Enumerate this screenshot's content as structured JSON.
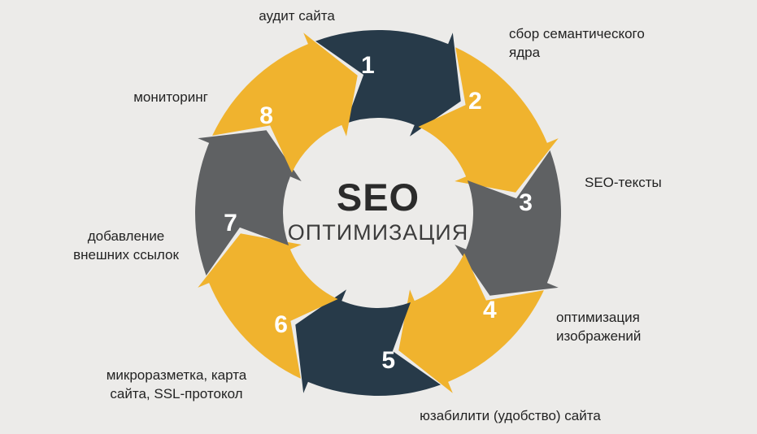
{
  "center": {
    "title": "SEO",
    "subtitle": "ОПТИМИЗАЦИЯ"
  },
  "colors": {
    "dark": "#273A49",
    "yellow": "#F0B32E",
    "gray": "#5F6163",
    "background": "#ECEBE9",
    "number_text": "#FFFFFF"
  },
  "segments": [
    {
      "number": "1",
      "color": "dark",
      "label": "аудит сайта"
    },
    {
      "number": "2",
      "color": "yellow",
      "label": "сбор семантического\nядра"
    },
    {
      "number": "3",
      "color": "gray",
      "label": "SEO-тексты"
    },
    {
      "number": "4",
      "color": "yellow",
      "label": "оптимизация\nизображений"
    },
    {
      "number": "5",
      "color": "dark",
      "label": "юзабилити (удобство) сайта"
    },
    {
      "number": "6",
      "color": "yellow",
      "label": "микроразметка, карта\nсайта, SSL-протокол"
    },
    {
      "number": "7",
      "color": "gray",
      "label": "добавление\nвнешних ссылок"
    },
    {
      "number": "8",
      "color": "yellow",
      "label": "мониторинг"
    }
  ]
}
